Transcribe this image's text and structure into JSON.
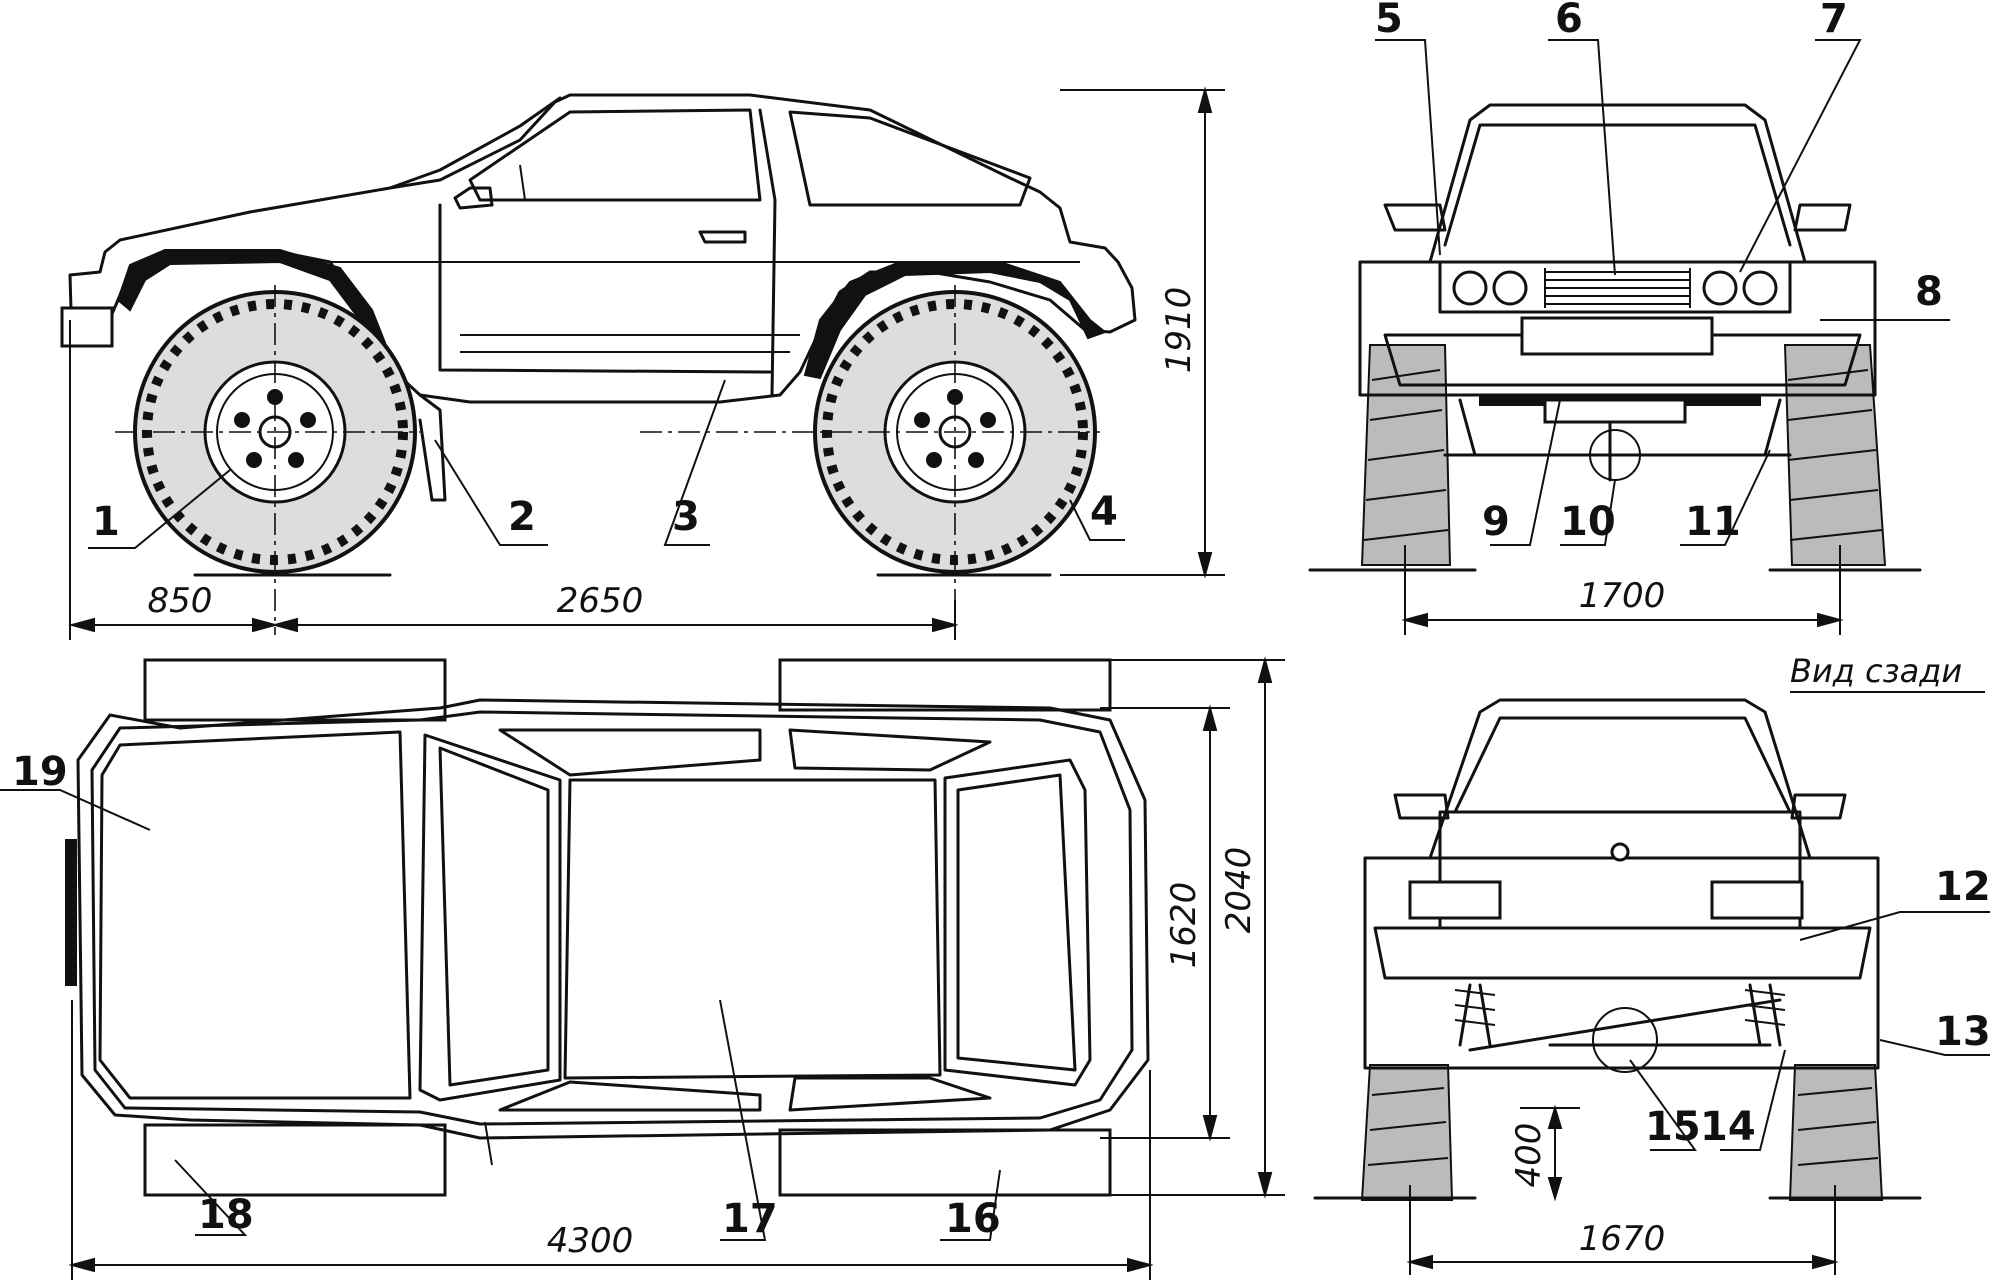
{
  "callouts": {
    "c1": "1",
    "c2": "2",
    "c3": "3",
    "c4": "4",
    "c5": "5",
    "c6": "6",
    "c7": "7",
    "c8": "8",
    "c9": "9",
    "c10": "10",
    "c11": "11",
    "c12": "12",
    "c13": "13",
    "c14": "14",
    "c15": "15",
    "c16": "16",
    "c17": "17",
    "c18": "18",
    "c19": "19"
  },
  "dimensions": {
    "front_overhang": "850",
    "wheelbase": "2650",
    "height": "1910",
    "front_track": "1700",
    "body_width": "1620",
    "overall_width": "2040",
    "overall_length": "4300",
    "rear_track": "1670",
    "ground_clearance": "400"
  },
  "captions": {
    "rear_view": "Вид сзади"
  },
  "colors": {
    "ink": "#111111",
    "paper": "#ffffff"
  }
}
